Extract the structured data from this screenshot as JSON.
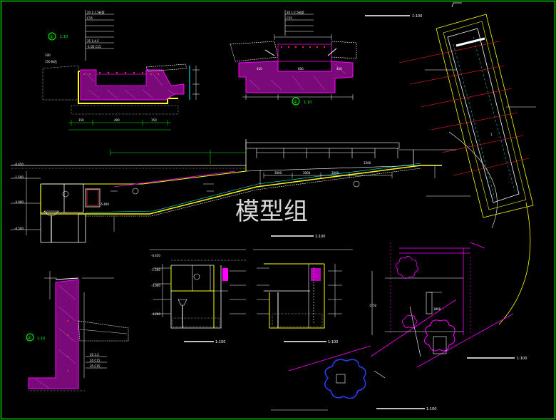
{
  "watermark": "模型组",
  "scales": {
    "plan_top": "1:100",
    "main_section": "1:100",
    "section_a": "1:100",
    "section_b": "1:100",
    "plan_bottom": "1:100",
    "plan_right": "1:100",
    "detail_1": "1:10",
    "detail_2": "1:10",
    "detail_3": "1:10"
  },
  "detail_markers": {
    "d1": "①",
    "d2": "①",
    "d3": "②"
  },
  "labels": {
    "d1_layers": [
      "20 1:2.5砂浆",
      "C15",
      "35 1:4.5",
      "-1:05 C15",
      "100",
      "150 碎石"
    ],
    "d1_dims": [
      "150",
      "400",
      "150"
    ],
    "d2_layers": [
      "20 1:2.5砂浆",
      "C15"
    ],
    "d2_dims": [
      "420",
      "600",
      "420"
    ],
    "main_levels": [
      "-0.450",
      "-1.500",
      "-3.000",
      "-4.500",
      "-5.400"
    ],
    "main_dims": [
      "3000",
      "3000",
      "3000",
      "1500"
    ],
    "section_levels": [
      "-0.450",
      "-1.500",
      "-3.000",
      "-4.200"
    ],
    "d3_layers": [
      "20 1:2",
      "20 C15",
      "35 C15"
    ],
    "plan_dims": [
      "1750",
      "3800"
    ]
  }
}
